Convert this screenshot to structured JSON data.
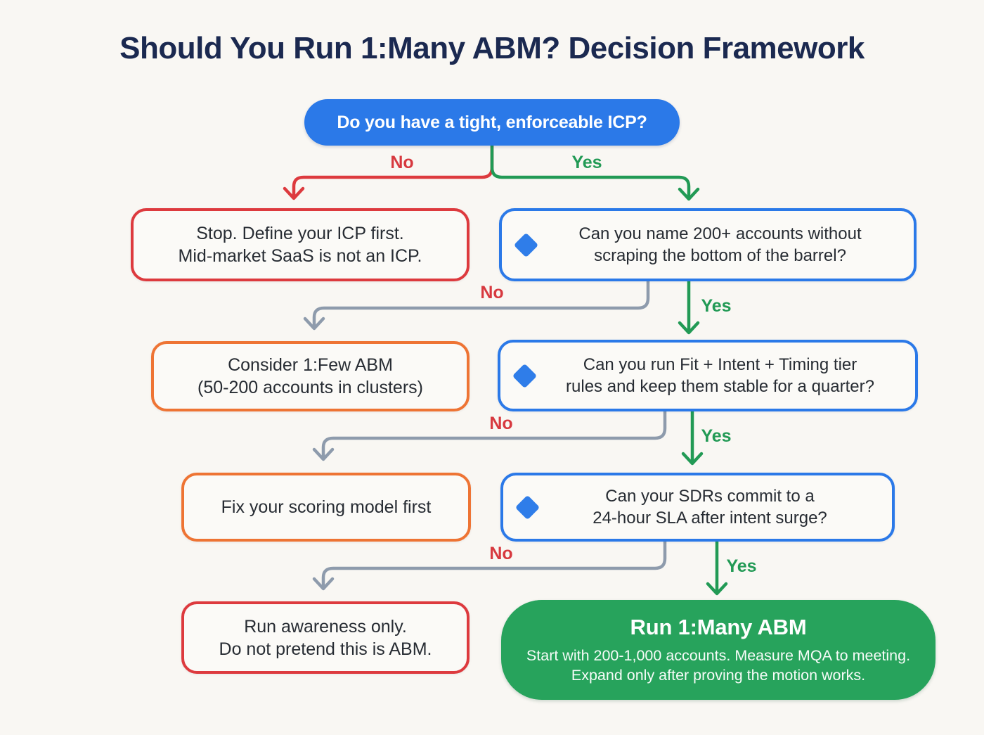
{
  "title": "Should You Run 1:Many ABM? Decision Framework",
  "root_question": "Do you have a tight, enforceable ICP?",
  "colors": {
    "background": "#f9f7f3",
    "title_navy": "#1b2950",
    "blue": "#2b79e8",
    "red": "#dd3a3e",
    "orange": "#ee7434",
    "green": "#27a35c",
    "gray_line": "#8e9bac",
    "no_label": "#d7393f",
    "yes_label": "#229a55"
  },
  "levels": [
    {
      "no_label": "No",
      "yes_label": "Yes",
      "no_box": {
        "line1": "Stop. Define your ICP first.",
        "line2": "Mid-market SaaS is not an ICP."
      },
      "question": {
        "line1": "Can you name 200+ accounts without",
        "line2": "scraping the bottom of the barrel?"
      }
    },
    {
      "no_label": "No",
      "yes_label": "Yes",
      "no_box": {
        "line1": "Consider 1:Few ABM",
        "line2": "(50-200 accounts in clusters)"
      },
      "question": {
        "line1": "Can you run Fit + Intent + Timing tier",
        "line2": "rules and keep them stable for a quarter?"
      }
    },
    {
      "no_label": "No",
      "yes_label": "Yes",
      "no_box": {
        "line1": "Fix your scoring model first",
        "line2": ""
      },
      "question": {
        "line1": "Can your SDRs commit to a",
        "line2": "24-hour SLA after intent surge?"
      }
    },
    {
      "no_label": "No",
      "yes_label": "Yes",
      "no_box": {
        "line1": "Run awareness only.",
        "line2": "Do not pretend this is ABM."
      }
    }
  ],
  "result": {
    "title": "Run 1:Many ABM",
    "line1": "Start with 200-1,000 accounts. Measure MQA to meeting.",
    "line2": "Expand only after proving the motion works."
  }
}
